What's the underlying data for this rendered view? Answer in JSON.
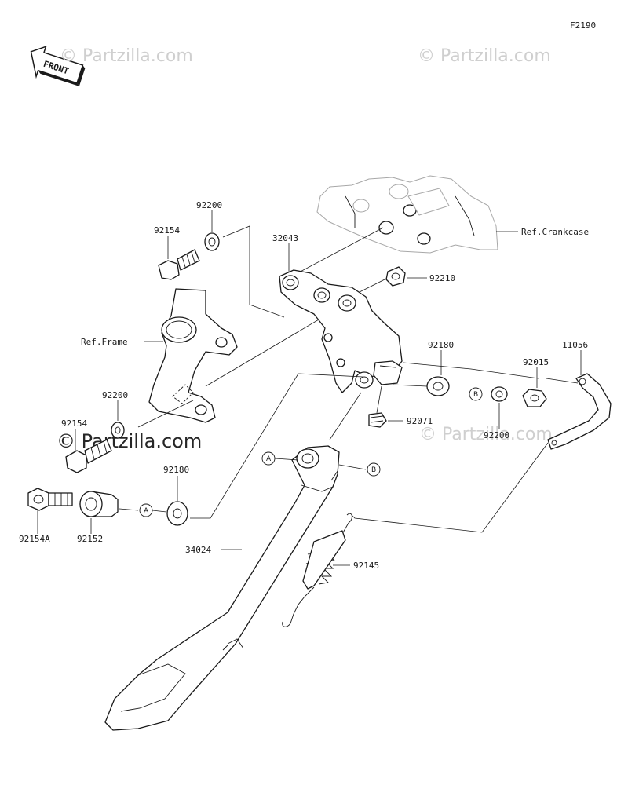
{
  "figure_code": "F2190",
  "front_label": "FRONT",
  "watermarks": [
    "© Partzilla.com",
    "© Partzilla.com",
    "© Partzilla.com",
    "© Partzilla.com"
  ],
  "references": {
    "crankcase": "Ref.Crankcase",
    "frame": "Ref.Frame"
  },
  "callouts": {
    "a": "A",
    "b": "B"
  },
  "parts": {
    "p92200_top": "92200",
    "p92154_top": "92154",
    "p32043": "32043",
    "p92210": "92210",
    "p92180_right": "92180",
    "p92015": "92015",
    "p11056": "11056",
    "p92200_left": "92200",
    "p92154_left": "92154",
    "p92071": "92071",
    "p92200_right": "92200",
    "p92180_left": "92180",
    "p92154a": "92154A",
    "p92152": "92152",
    "p34024": "34024",
    "p92145": "92145"
  }
}
